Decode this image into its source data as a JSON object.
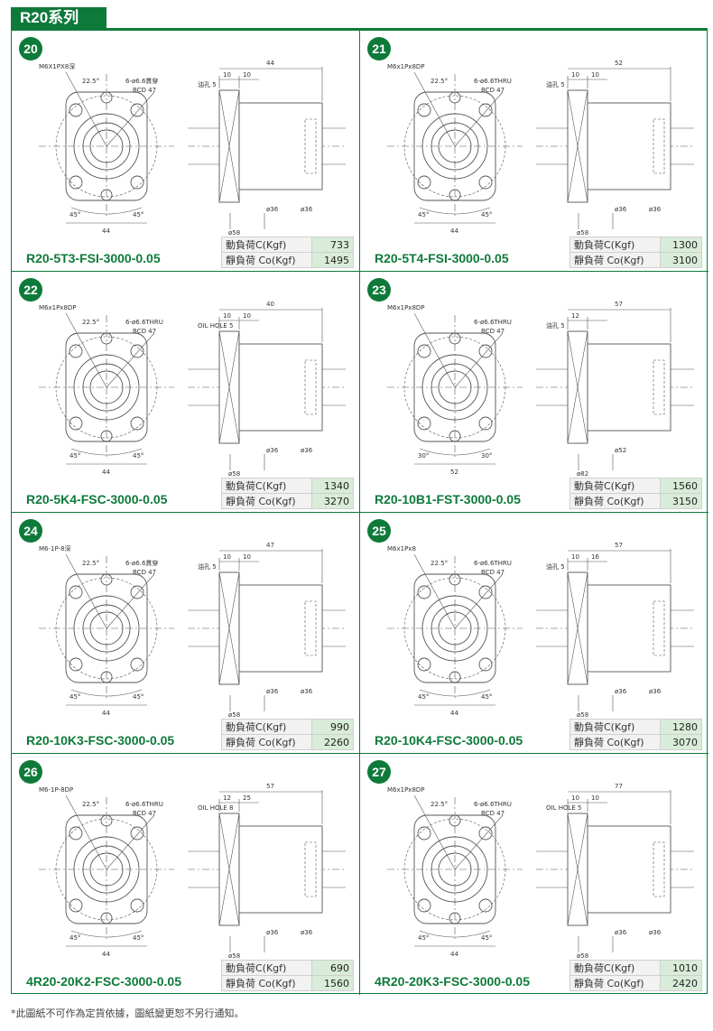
{
  "series_title": "R20系列",
  "footnote": "*此圖紙不可作為定貨依據，圖紙變更恕不另行通知。",
  "colors": {
    "brand_green": "#0e7a3a",
    "value_cell": "#d9ecd9",
    "label_cell": "#f2f2f2"
  },
  "load_labels": {
    "dynamic": "動負荷C(Kgf)",
    "static": "靜負荷 Co(Kgf)"
  },
  "panels": [
    {
      "number": "20",
      "model": "R20-5T3-FSI-3000-0.05",
      "dynamic": "733",
      "static": "1495",
      "dims": {
        "thread": "M6X1PX8深",
        "angle": "22.5°",
        "holes": "6-ø6.6貫穿",
        "bcd": "BCD 47",
        "width": "44",
        "angle_l": "45°",
        "angle_r": "45°",
        "length": "44",
        "flange": "10",
        "nut": "10",
        "oil": "油孔 5",
        "d1": "ø36",
        "d2": "ø36",
        "d3": "ø58"
      }
    },
    {
      "number": "21",
      "model": "R20-5T4-FSI-3000-0.05",
      "dynamic": "1300",
      "static": "3100",
      "dims": {
        "thread": "M6x1Px8DP",
        "angle": "22.5°",
        "holes": "6-ø6.6THRU",
        "bcd": "BCD 47",
        "width": "44",
        "angle_l": "45°",
        "angle_r": "45°",
        "length": "52",
        "flange": "10",
        "nut": "10",
        "oil": "油孔 5",
        "d1": "ø36",
        "d2": "ø36",
        "d3": "ø58"
      }
    },
    {
      "number": "22",
      "model": "R20-5K4-FSC-3000-0.05",
      "dynamic": "1340",
      "static": "3270",
      "dims": {
        "thread": "M6x1Px8DP",
        "angle": "22.5°",
        "holes": "6-ø6.6THRU",
        "bcd": "BCD 47",
        "width": "44",
        "angle_l": "45°",
        "angle_r": "45°",
        "length": "40",
        "flange": "10",
        "nut": "10",
        "oil": "OIL HOLE 5",
        "d1": "ø36",
        "d2": "ø36",
        "d3": "ø58"
      }
    },
    {
      "number": "23",
      "model": "R20-10B1-FST-3000-0.05",
      "dynamic": "1560",
      "static": "3150",
      "dims": {
        "thread": "M6x1Px8DP",
        "angle": "",
        "holes": "6-ø6.6THRU",
        "bcd": "BCD 47",
        "width": "52",
        "angle_l": "30°",
        "angle_r": "30°",
        "length": "57",
        "flange": "12",
        "nut": "",
        "oil": "油孔 5",
        "d1": "ø52",
        "d2": "",
        "d3": "ø82"
      }
    },
    {
      "number": "24",
      "model": "R20-10K3-FSC-3000-0.05",
      "dynamic": "990",
      "static": "2260",
      "dims": {
        "thread": "M6-1P-8深",
        "angle": "22.5°",
        "holes": "6-ø6.6貫穿",
        "bcd": "BCD 47",
        "width": "44",
        "angle_l": "45°",
        "angle_r": "45°",
        "length": "47",
        "flange": "10",
        "nut": "10",
        "oil": "油孔 5",
        "d1": "ø36",
        "d2": "ø36",
        "d3": "ø58"
      }
    },
    {
      "number": "25",
      "model": "R20-10K4-FSC-3000-0.05",
      "dynamic": "1280",
      "static": "3070",
      "dims": {
        "thread": "M6x1Px8",
        "angle": "22.5°",
        "holes": "6-ø6.6THRU",
        "bcd": "BCD 47",
        "width": "44",
        "angle_l": "45°",
        "angle_r": "45°",
        "length": "57",
        "flange": "10",
        "nut": "16",
        "oil": "油孔 5",
        "d1": "ø36",
        "d2": "ø36",
        "d3": "ø58"
      }
    },
    {
      "number": "26",
      "model": "4R20-20K2-FSC-3000-0.05",
      "dynamic": "690",
      "static": "1560",
      "dims": {
        "thread": "M6-1P-8DP",
        "angle": "22.5°",
        "holes": "6-ø6.6THRU",
        "bcd": "BCD 47",
        "width": "44",
        "angle_l": "45°",
        "angle_r": "45°",
        "length": "57",
        "flange": "12",
        "nut": "25",
        "oil": "OIL HOLE 8",
        "d1": "ø36",
        "d2": "ø36",
        "d3": "ø58"
      }
    },
    {
      "number": "27",
      "model": "4R20-20K3-FSC-3000-0.05",
      "dynamic": "1010",
      "static": "2420",
      "dims": {
        "thread": "M6x1Px8DP",
        "angle": "22.5°",
        "holes": "6-ø6.6THRU",
        "bcd": "BCD 47",
        "width": "44",
        "angle_l": "45°",
        "angle_r": "45°",
        "length": "77",
        "flange": "10",
        "nut": "10",
        "oil": "OIL HOLE 5",
        "d1": "ø36",
        "d2": "ø36",
        "d3": "ø58"
      }
    }
  ]
}
